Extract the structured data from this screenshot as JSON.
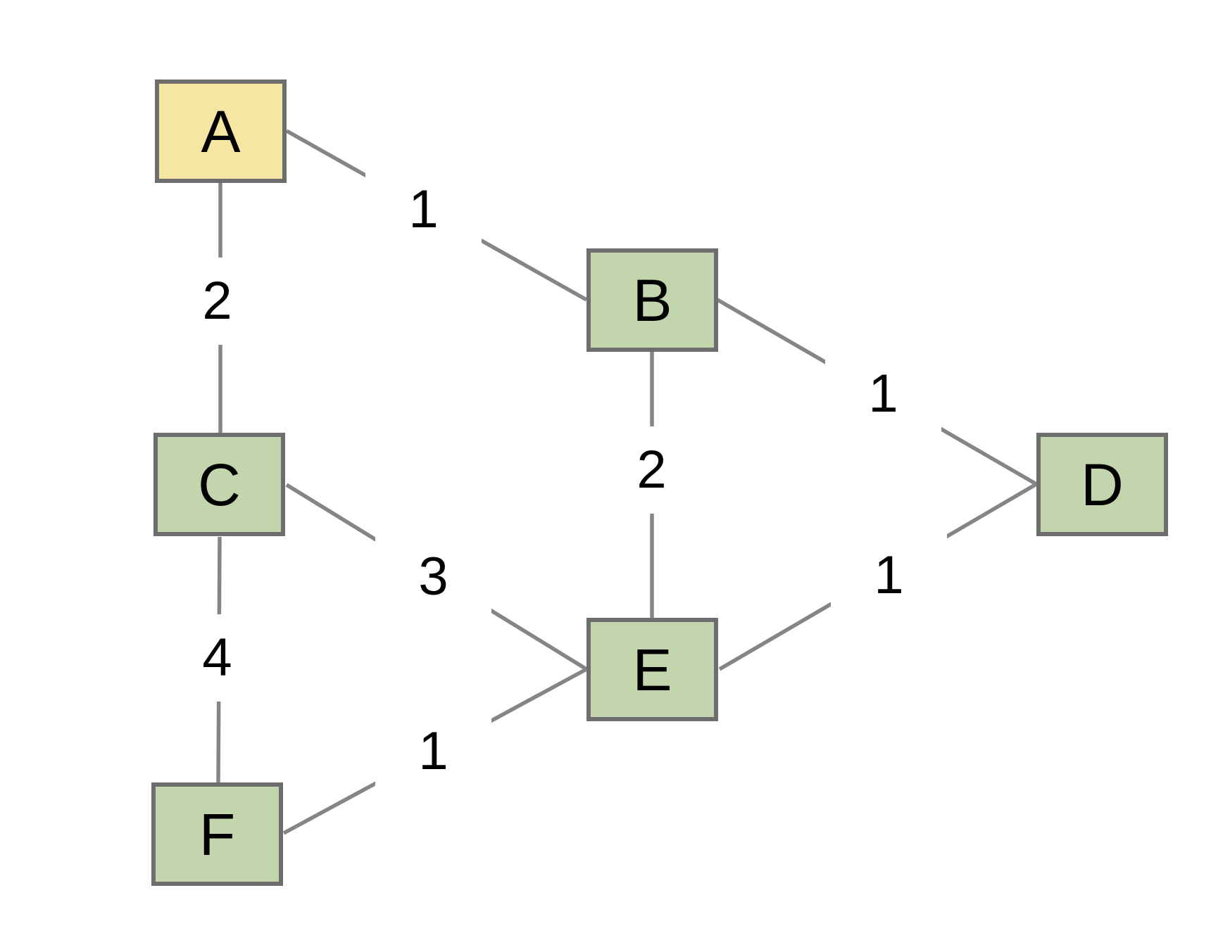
{
  "diagram": {
    "type": "weighted-graph",
    "background": "#ffffff",
    "nodes": [
      {
        "id": "A",
        "label": "A",
        "fill": "#f6e6a4",
        "role": "highlighted-node"
      },
      {
        "id": "B",
        "label": "B",
        "fill": "#c3d5ac",
        "role": "node"
      },
      {
        "id": "C",
        "label": "C",
        "fill": "#c3d5ac",
        "role": "node"
      },
      {
        "id": "D",
        "label": "D",
        "fill": "#c3d5ac",
        "role": "node"
      },
      {
        "id": "E",
        "label": "E",
        "fill": "#c3d5ac",
        "role": "node"
      },
      {
        "id": "F",
        "label": "F",
        "fill": "#c3d5ac",
        "role": "node"
      }
    ],
    "edges": [
      {
        "from": "A",
        "to": "B",
        "weight": "1"
      },
      {
        "from": "A",
        "to": "C",
        "weight": "2"
      },
      {
        "from": "B",
        "to": "D",
        "weight": "1"
      },
      {
        "from": "B",
        "to": "E",
        "weight": "2"
      },
      {
        "from": "C",
        "to": "E",
        "weight": "3"
      },
      {
        "from": "C",
        "to": "F",
        "weight": "4"
      },
      {
        "from": "F",
        "to": "E",
        "weight": "1"
      },
      {
        "from": "E",
        "to": "D",
        "weight": "1"
      }
    ],
    "colors": {
      "node_border": "#6e6e6e",
      "edge_line": "#858585",
      "default_fill": "#c3d5ac",
      "highlight_fill": "#f6e6a4",
      "text": "#000000",
      "background": "#ffffff"
    }
  }
}
